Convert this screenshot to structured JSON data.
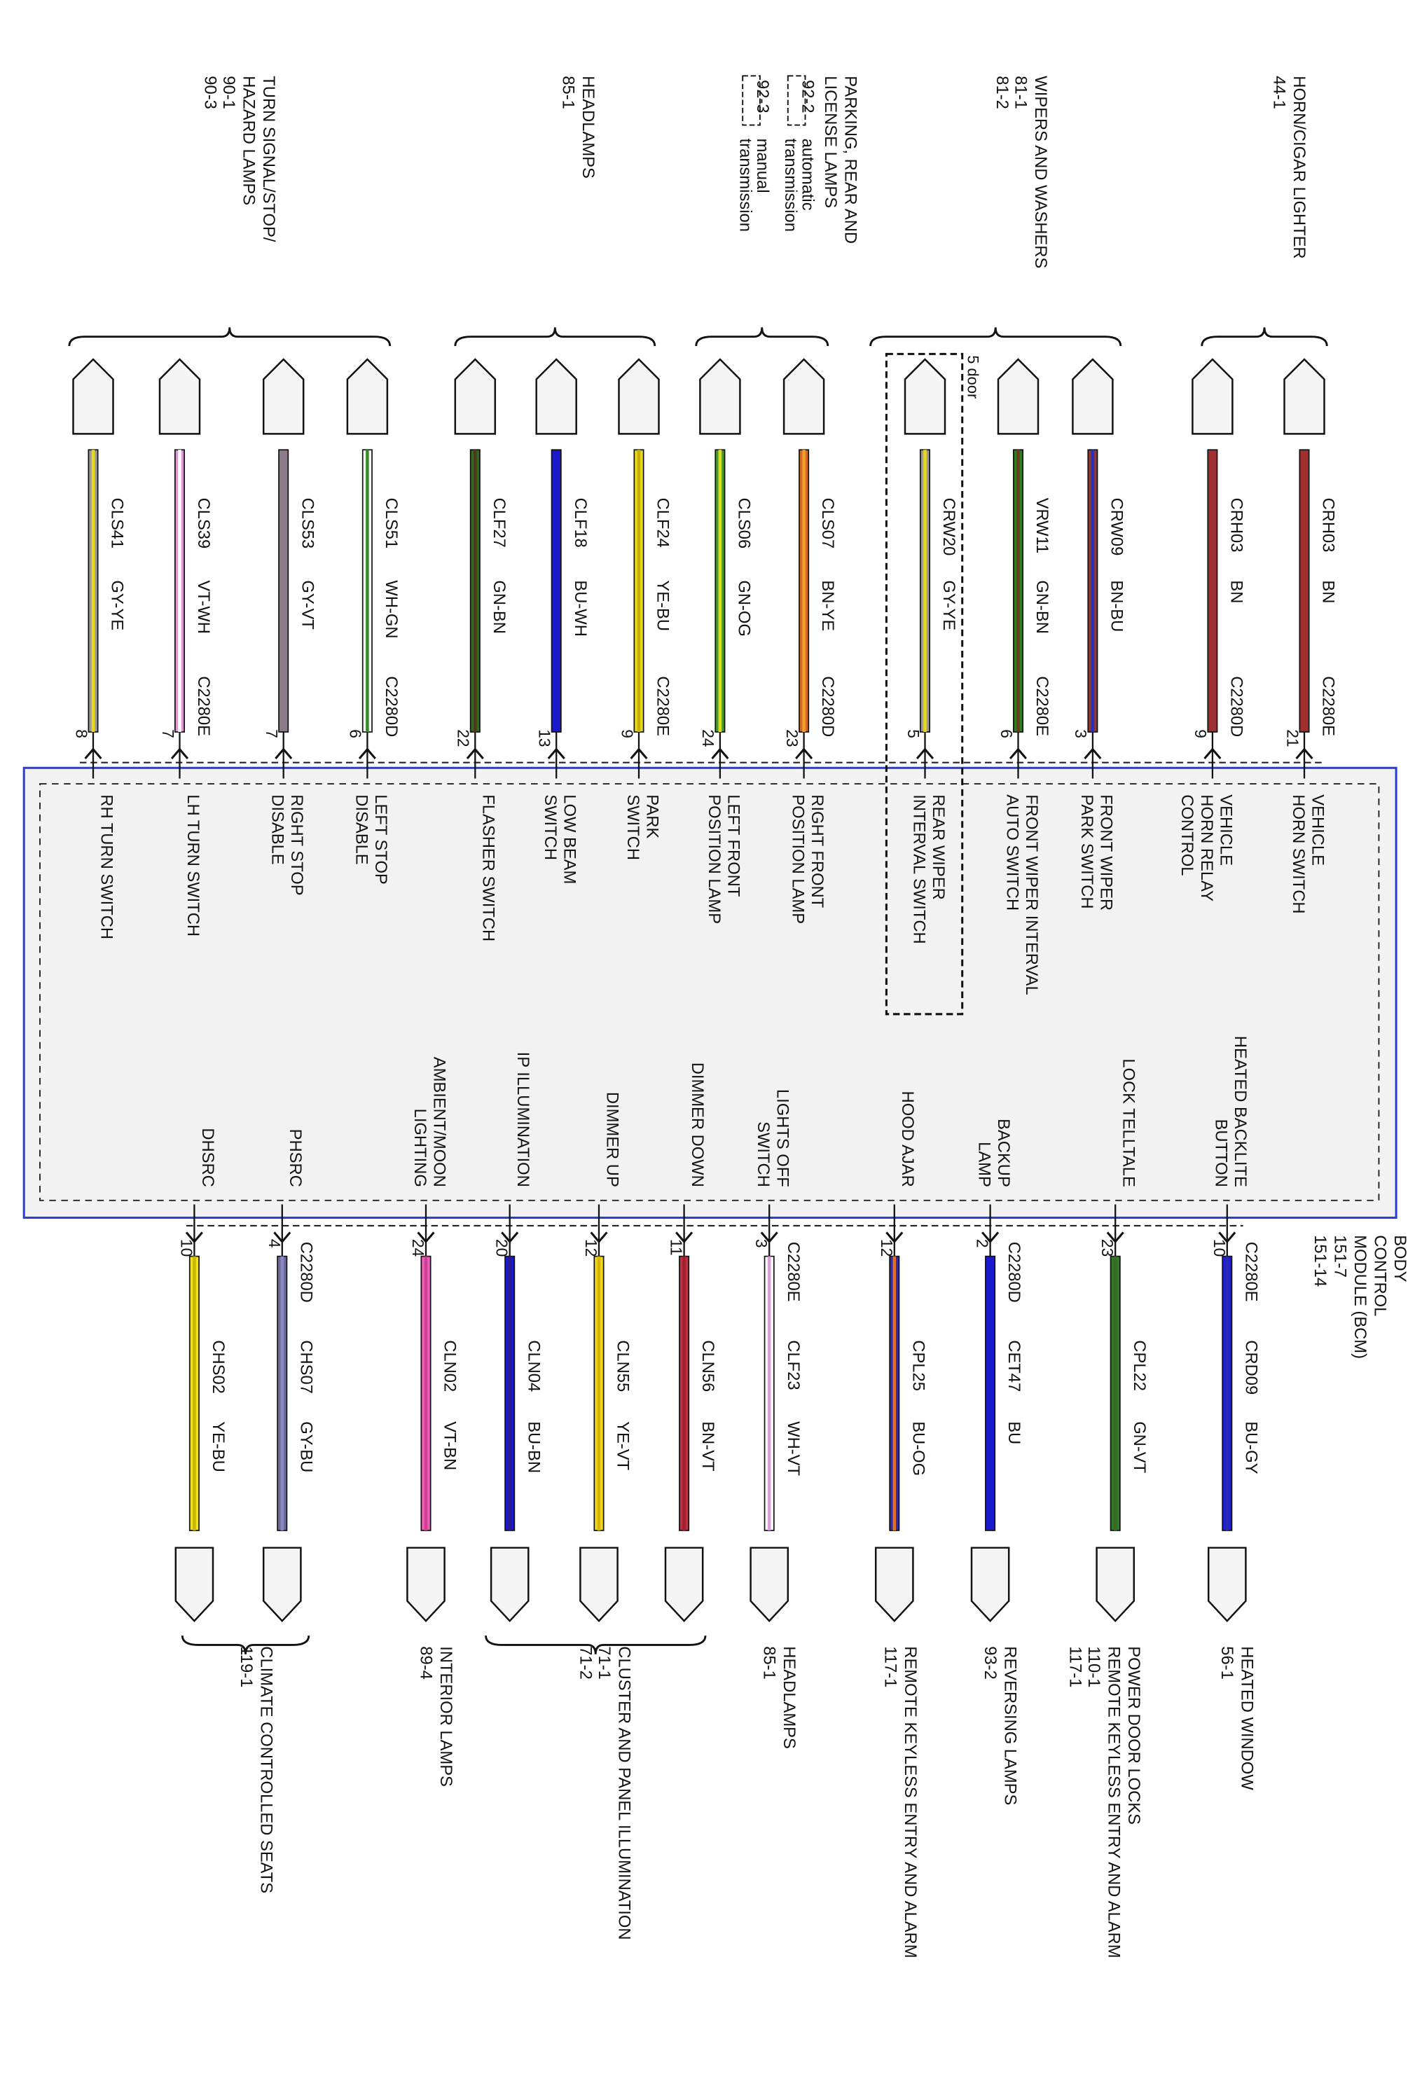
{
  "module": {
    "name": "BODY CONTROL MODULE (BCM)",
    "name_lines": [
      "BODY",
      "CONTROL",
      "MODULE (BCM)"
    ],
    "refs": [
      "151-7",
      "151-14"
    ]
  },
  "option_note": "5 door",
  "top_groups": [
    {
      "title_lines": [
        "HORN/CIGAR LIGHTER"
      ],
      "refs": [
        "44-1"
      ],
      "wires": [
        0,
        1
      ]
    },
    {
      "title_lines": [
        "WIPERS AND WASHERS"
      ],
      "refs": [
        "81-1",
        "81-2"
      ],
      "wires": [
        2,
        3,
        4
      ]
    },
    {
      "title_lines": [
        "PARKING, REAR AND",
        "LICENSE LAMPS"
      ],
      "refs": [],
      "options": [
        {
          "box": "92-2",
          "label": [
            "automatic",
            "transmission"
          ]
        },
        {
          "box": "92-3",
          "label": [
            "manual",
            "transmission"
          ]
        }
      ],
      "wires": [
        5,
        6
      ]
    },
    {
      "title_lines": [
        "HEADLAMPS"
      ],
      "refs": [
        "85-1"
      ],
      "wires": [
        7,
        8,
        9
      ]
    },
    {
      "title_lines": [
        "TURN SIGNAL/STOP/",
        "HAZARD LAMPS"
      ],
      "refs": [
        "90-1",
        "90-3"
      ],
      "wires": [
        10,
        11,
        12,
        13
      ]
    }
  ],
  "top_wires": [
    {
      "circuit": "CRH03",
      "color": "BN",
      "connector": "C2280E",
      "pin": "21",
      "function": [
        "VEHICLE",
        "HORN SWITCH"
      ],
      "stripe": [
        "#a03030"
      ]
    },
    {
      "circuit": "CRH03",
      "color": "BN",
      "connector": "C2280D",
      "pin": "9",
      "function": [
        "VEHICLE",
        "HORN RELAY",
        "CONTROL"
      ],
      "stripe": [
        "#a03030"
      ]
    },
    {
      "circuit": "CRW09",
      "color": "BN-BU",
      "connector": "",
      "pin": "3",
      "function": [
        "FRONT WIPER",
        "PARK SWITCH"
      ],
      "stripe": [
        "#8b3a3a",
        "#2d2db8"
      ]
    },
    {
      "circuit": "VRW11",
      "color": "GN-BN",
      "connector": "C2280E",
      "pin": "6",
      "function": [
        "FRONT WIPER INTERVAL",
        "AUTO SWITCH"
      ],
      "stripe": [
        "#2f7d22",
        "#6b3a1f"
      ]
    },
    {
      "circuit": "CRW20",
      "color": "GY-YE",
      "connector": "",
      "pin": "5",
      "function": [
        "REAR WIPER",
        "INTERVAL SWITCH"
      ],
      "stripe": [
        "#9a9a9a",
        "#e8d820"
      ]
    },
    {
      "circuit": "CLS07",
      "color": "BN-YE",
      "connector": "C2280D",
      "pin": "23",
      "function": [
        "RIGHT FRONT",
        "POSITION LAMP"
      ],
      "stripe": [
        "#d2691e",
        "#f0a030"
      ]
    },
    {
      "circuit": "CLS06",
      "color": "GN-OG",
      "connector": "",
      "pin": "24",
      "function": [
        "LEFT FRONT",
        "POSITION LAMP"
      ],
      "stripe": [
        "#4a9a2a",
        "#d8e020"
      ]
    },
    {
      "circuit": "CLF24",
      "color": "YE-BU",
      "connector": "C2280E",
      "pin": "9",
      "function": [
        "PARK",
        "SWITCH"
      ],
      "stripe": [
        "#e8d820",
        "#c8b000"
      ]
    },
    {
      "circuit": "CLF18",
      "color": "BU-WH",
      "connector": "",
      "pin": "13",
      "function": [
        "LOW BEAM",
        "SWITCH"
      ],
      "stripe": [
        "#1a1acc"
      ]
    },
    {
      "circuit": "CLF27",
      "color": "GN-BN",
      "connector": "",
      "pin": "22",
      "function": [
        "FLASHER SWITCH"
      ],
      "stripe": [
        "#2f6d1a",
        "#4a3a1f"
      ]
    },
    {
      "circuit": "CLS51",
      "color": "WH-GN",
      "connector": "C2280D",
      "pin": "6",
      "function": [
        "LEFT STOP",
        "DISABLE"
      ],
      "stripe": [
        "#ffffff",
        "#3a8a2a"
      ]
    },
    {
      "circuit": "CLS53",
      "color": "GY-VT",
      "connector": "",
      "pin": "7",
      "function": [
        "RIGHT STOP",
        "DISABLE"
      ],
      "stripe": [
        "#8a7a8a"
      ]
    },
    {
      "circuit": "CLS39",
      "color": "VT-WH",
      "connector": "C2280E",
      "pin": "7",
      "function": [
        "LH TURN SWITCH"
      ],
      "stripe": [
        "#e890e0",
        "#ffffff"
      ]
    },
    {
      "circuit": "CLS41",
      "color": "GY-YE",
      "connector": "",
      "pin": "8",
      "function": [
        "RH TURN SWITCH"
      ],
      "stripe": [
        "#9a9a9a",
        "#e8d820"
      ]
    }
  ],
  "bottom_wires": [
    {
      "circuit": "CRD09",
      "color": "BU-GY",
      "connector": "C2280E",
      "pin": "10",
      "function": [
        "HEATED BACKLITE",
        "BUTTON"
      ],
      "stripe": [
        "#2020d0",
        "#2a2ab0"
      ],
      "dest_lines": [
        "HEATED WINDOW"
      ],
      "dest_refs": [
        "56-1"
      ]
    },
    {
      "circuit": "CPL22",
      "color": "GN-VT",
      "connector": "",
      "pin": "23",
      "function": [
        "LOCK TELLTALE"
      ],
      "stripe": [
        "#2f7d22",
        "#3a6a2a"
      ],
      "dest_lines": [
        "POWER DOOR LOCKS",
        "REMOTE KEYLESS ENTRY AND ALARM"
      ],
      "dest_refs": [
        "110-1",
        "117-1"
      ]
    },
    {
      "circuit": "CET47",
      "color": "BU",
      "connector": "C2280D",
      "pin": "2",
      "function": [
        "BACKUP",
        "LAMP"
      ],
      "stripe": [
        "#1a1acc"
      ],
      "dest_lines": [
        "REVERSING LAMPS"
      ],
      "dest_refs": [
        "93-2"
      ]
    },
    {
      "circuit": "CPL25",
      "color": "BU-OG",
      "connector": "",
      "pin": "12",
      "function": [
        "HOOD AJAR"
      ],
      "stripe": [
        "#2a2ab8",
        "#e07020"
      ],
      "dest_lines": [
        "REMOTE KEYLESS ENTRY AND ALARM"
      ],
      "dest_refs": [
        "117-1"
      ]
    },
    {
      "circuit": "CLF23",
      "color": "WH-VT",
      "connector": "C2280E",
      "pin": "3",
      "function": [
        "LIGHTS OFF",
        "SWITCH"
      ],
      "stripe": [
        "#ffffff",
        "#d8a0d8"
      ],
      "dest_lines": [
        "HEADLAMPS"
      ],
      "dest_refs": [
        "85-1"
      ]
    },
    {
      "circuit": "CLN56",
      "color": "BN-VT",
      "connector": "",
      "pin": "11",
      "function": [
        "DIMMER DOWN"
      ],
      "stripe": [
        "#c03040",
        "#a02030"
      ],
      "dest_lines": [],
      "dest_refs": []
    },
    {
      "circuit": "CLN55",
      "color": "YE-VT",
      "connector": "",
      "pin": "12",
      "function": [
        "DIMMER UP"
      ],
      "stripe": [
        "#f0d820",
        "#d8b800"
      ],
      "dest_lines": [
        "CLUSTER AND PANEL ILLUMINATION"
      ],
      "dest_refs": [
        "71-1",
        "71-2"
      ]
    },
    {
      "circuit": "CLN04",
      "color": "BU-BN",
      "connector": "",
      "pin": "20",
      "function": [
        "IP ILLUMINATION"
      ],
      "stripe": [
        "#1a1acc",
        "#2a1a8a"
      ],
      "dest_lines": [],
      "dest_refs": []
    },
    {
      "circuit": "CLN02",
      "color": "VT-BN",
      "connector": "",
      "pin": "24",
      "function": [
        "AMBIENT/MOON",
        "LIGHTING"
      ],
      "stripe": [
        "#f060c0",
        "#d04090"
      ],
      "dest_lines": [
        "INTERIOR LAMPS"
      ],
      "dest_refs": [
        "89-4"
      ]
    },
    {
      "circuit": "CHS07",
      "color": "GY-BU",
      "connector": "C2280D",
      "pin": "4",
      "function": [
        "PHSRC"
      ],
      "stripe": [
        "#6a6aa0",
        "#8a8ac0"
      ],
      "dest_lines": [],
      "dest_refs": []
    },
    {
      "circuit": "CHS02",
      "color": "YE-BU",
      "connector": "",
      "pin": "10",
      "function": [
        "DHSRC"
      ],
      "stripe": [
        "#f0e020",
        "#c8b800"
      ],
      "dest_lines": [
        "CLIMATE CONTROLLED SEATS"
      ],
      "dest_refs": [
        "119-1"
      ]
    }
  ]
}
